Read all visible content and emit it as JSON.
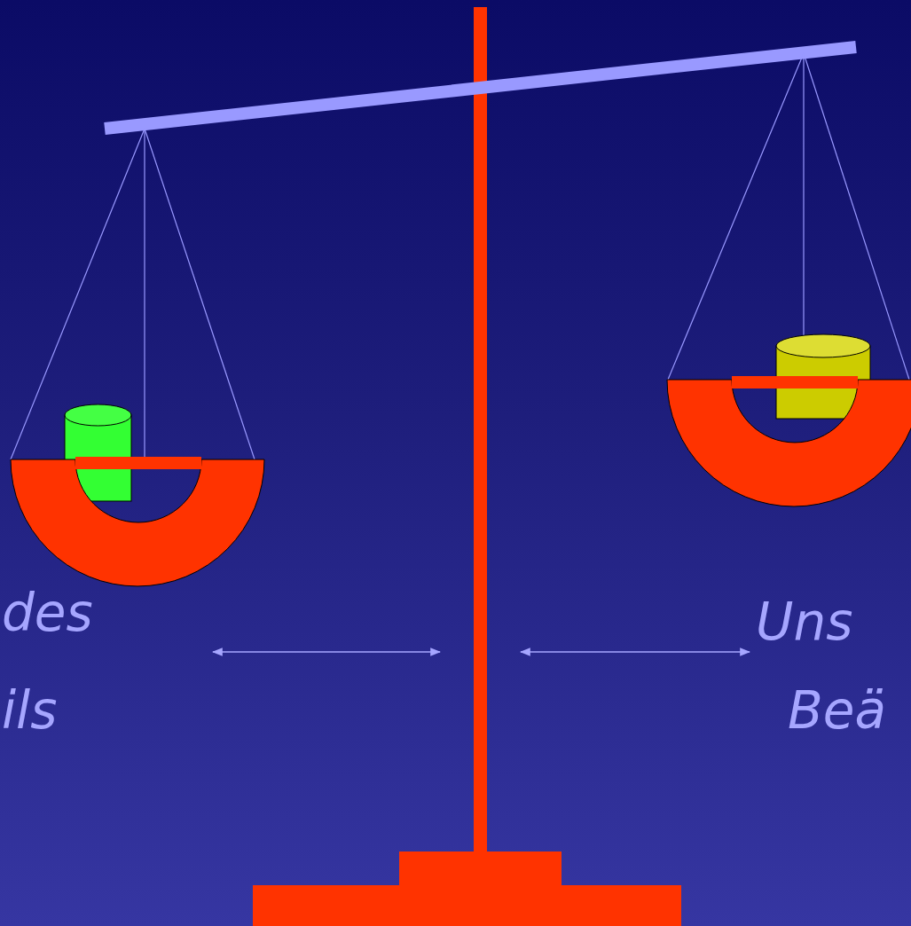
{
  "diagram": {
    "labels": [
      "des",
      "ils",
      "Uns",
      "Beä"
    ]
  }
}
